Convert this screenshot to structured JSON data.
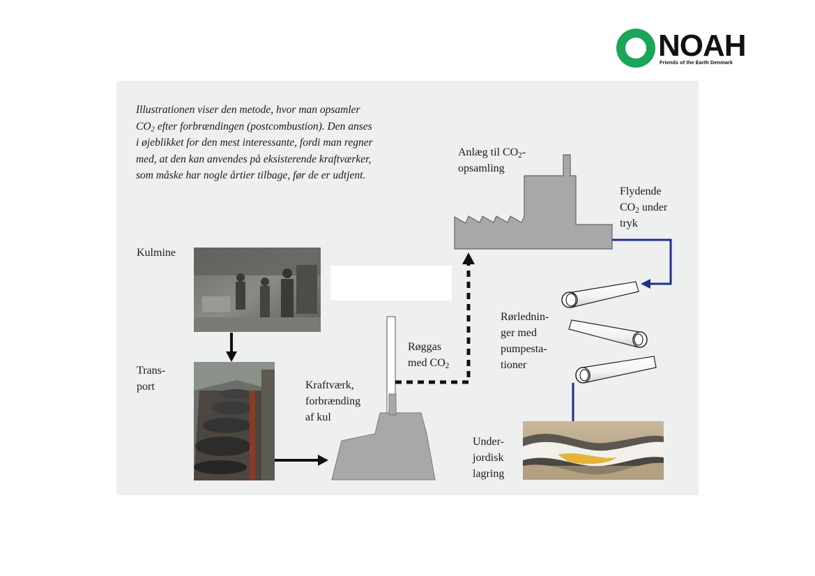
{
  "logo": {
    "word": "NOAH",
    "tagline": "Friends of the Earth Denmark",
    "color": "#1aa55a"
  },
  "intro": {
    "line1": "Illustrationen viser den metode, hvor man opsamler",
    "line2_pre": "CO",
    "line2_sub": "2",
    "line2_post": " efter forbrændingen (postcombustion). Den anses",
    "line3": "i øjeblikket for den mest interessante, fordi man regner",
    "line4": "med, at den kan anvendes på eksisterende kraftværker,",
    "line5": "som måske har nogle årtier tilbage, før de er udtjent."
  },
  "labels": {
    "kulmine": "Kulmine",
    "transport_1": "Trans-",
    "transport_2": "port",
    "kraftvaerk_1": "Kraftværk,",
    "kraftvaerk_2": "forbrænding",
    "kraftvaerk_3": "af kul",
    "roggas_1": "Røggas",
    "roggas_2_pre": "med CO",
    "roggas_2_sub": "2",
    "anlaeg_1_pre": "Anlæg til CO",
    "anlaeg_1_sub": "2",
    "anlaeg_1_post": "-",
    "anlaeg_2": "opsamling",
    "flydende_1": "Flydende",
    "flydende_2_pre": "CO",
    "flydende_2_sub": "2",
    "flydende_2_post": " under",
    "flydende_3": "tryk",
    "ror_1": "Rørlednin-",
    "ror_2": "ger med",
    "ror_3": "pumpesta-",
    "ror_4": "tioner",
    "lager_1": "Under-",
    "lager_2": "jordisk",
    "lager_3": "lagring"
  },
  "colors": {
    "panel": "#eeefef",
    "building": "#a6a8aa",
    "pipeline_arrow": "#1f2f86",
    "black_arrow": "#111111"
  }
}
